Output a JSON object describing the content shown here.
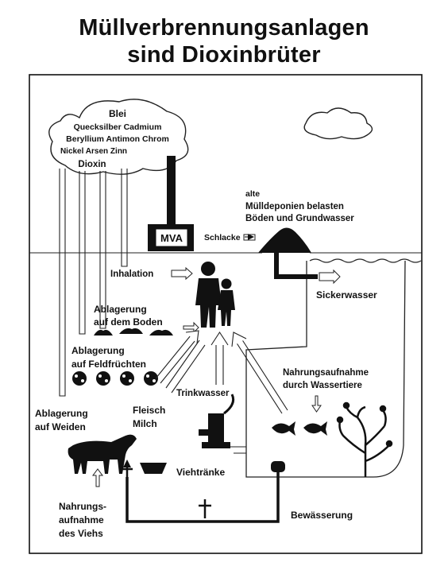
{
  "title": {
    "line1": "Müllverbrennungsanlagen",
    "line2": "sind Dioxinbrüter"
  },
  "cloud": {
    "lines": [
      "Blei",
      "Quecksilber Cadmium",
      "Beryllium Antimon Chrom",
      "Nickel Arsen Zinn",
      "Dioxin"
    ]
  },
  "labels": {
    "mva": "MVA",
    "schlacke": "Schlacke",
    "deponie": [
      "alte",
      "Mülldeponien belasten",
      "Böden und Grundwasser"
    ],
    "sickerwasser": "Sickerwasser",
    "inhalation": "Inhalation",
    "boden": [
      "Ablagerung",
      "auf dem Boden"
    ],
    "feld": [
      "Ablagerung",
      "auf Feldfrüchten"
    ],
    "weiden": [
      "Ablagerung",
      "auf Weiden"
    ],
    "trinkwasser": "Trinkwasser",
    "fleisch": [
      "Fleisch",
      "Milch"
    ],
    "wassertiere": [
      "Nahrungsaufnahme",
      "durch Wassertiere"
    ],
    "viehtraenke": "Viehtränke",
    "vieh": [
      "Nahrungs-",
      "aufnahme",
      "des Viehs"
    ],
    "bewaesserung": "Bewässerung"
  }
}
